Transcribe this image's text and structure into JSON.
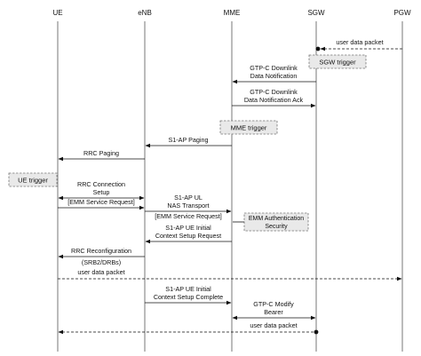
{
  "entities": [
    "UE",
    "eNB",
    "MME",
    "SGW",
    "PGW"
  ],
  "triggers": {
    "sgw": "SGW trigger",
    "mme": "MME trigger",
    "ue": "UE trigger"
  },
  "emm_box": [
    "EMM Authentication",
    "Security"
  ],
  "messages": {
    "user_data_packet_1": "user data packet",
    "gtpc_dl_notification": [
      "GTP-C Downlink",
      "Data Notification"
    ],
    "gtpc_dl_notification_ack": [
      "GTP-C Downlink",
      "Data Notification Ack"
    ],
    "s1ap_paging": "S1-AP Paging",
    "rrc_paging": "RRC Paging",
    "rrc_connection_setup": [
      "RRC Connection",
      "Setup"
    ],
    "emm_service_request_1": "[EMM Service Request]",
    "s1ap_ul_nas": [
      "S1-AP UL",
      "NAS Transport"
    ],
    "emm_service_request_2": "[EMM Service Request]",
    "s1ap_ue_initial_setup_request": [
      "S1-AP UE Initial",
      "Context Setup Request"
    ],
    "rrc_reconfiguration": "RRC Reconfiguration",
    "srb_drbs": "(SRB2/DRBs)",
    "user_data_packet_2": "user data packet",
    "s1ap_ue_initial_setup_complete": [
      "S1-AP UE Initial",
      "Context Setup Complete"
    ],
    "gtpc_modify_bearer": [
      "GTP-C Modify",
      "Bearer"
    ],
    "user_data_packet_3": "user data packet"
  }
}
